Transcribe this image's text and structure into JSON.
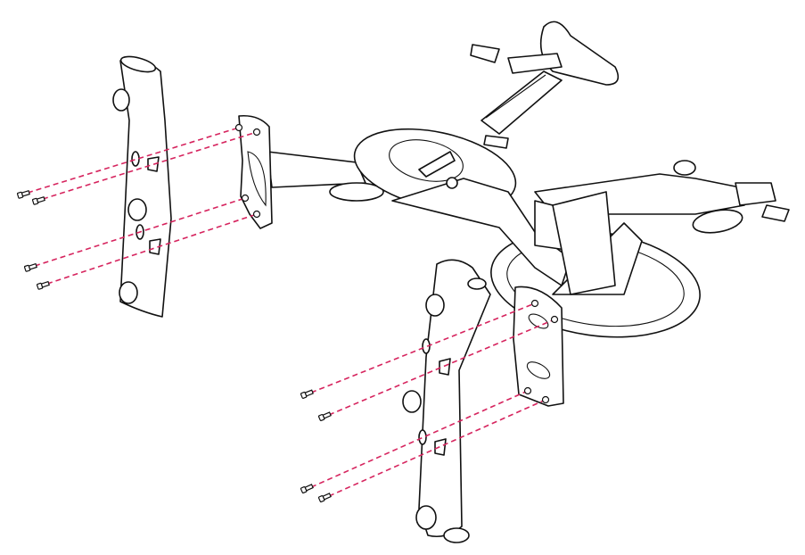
{
  "diagram": {
    "colors": {
      "guide_line": "#d6245e",
      "outline": "#111111",
      "background": "#ffffff"
    },
    "parts": [
      "left-leg",
      "left-bracket",
      "right-leg",
      "right-bracket",
      "bike-frame",
      "seat",
      "handlebar",
      "flywheel",
      "screws"
    ],
    "screw_count": 8
  }
}
